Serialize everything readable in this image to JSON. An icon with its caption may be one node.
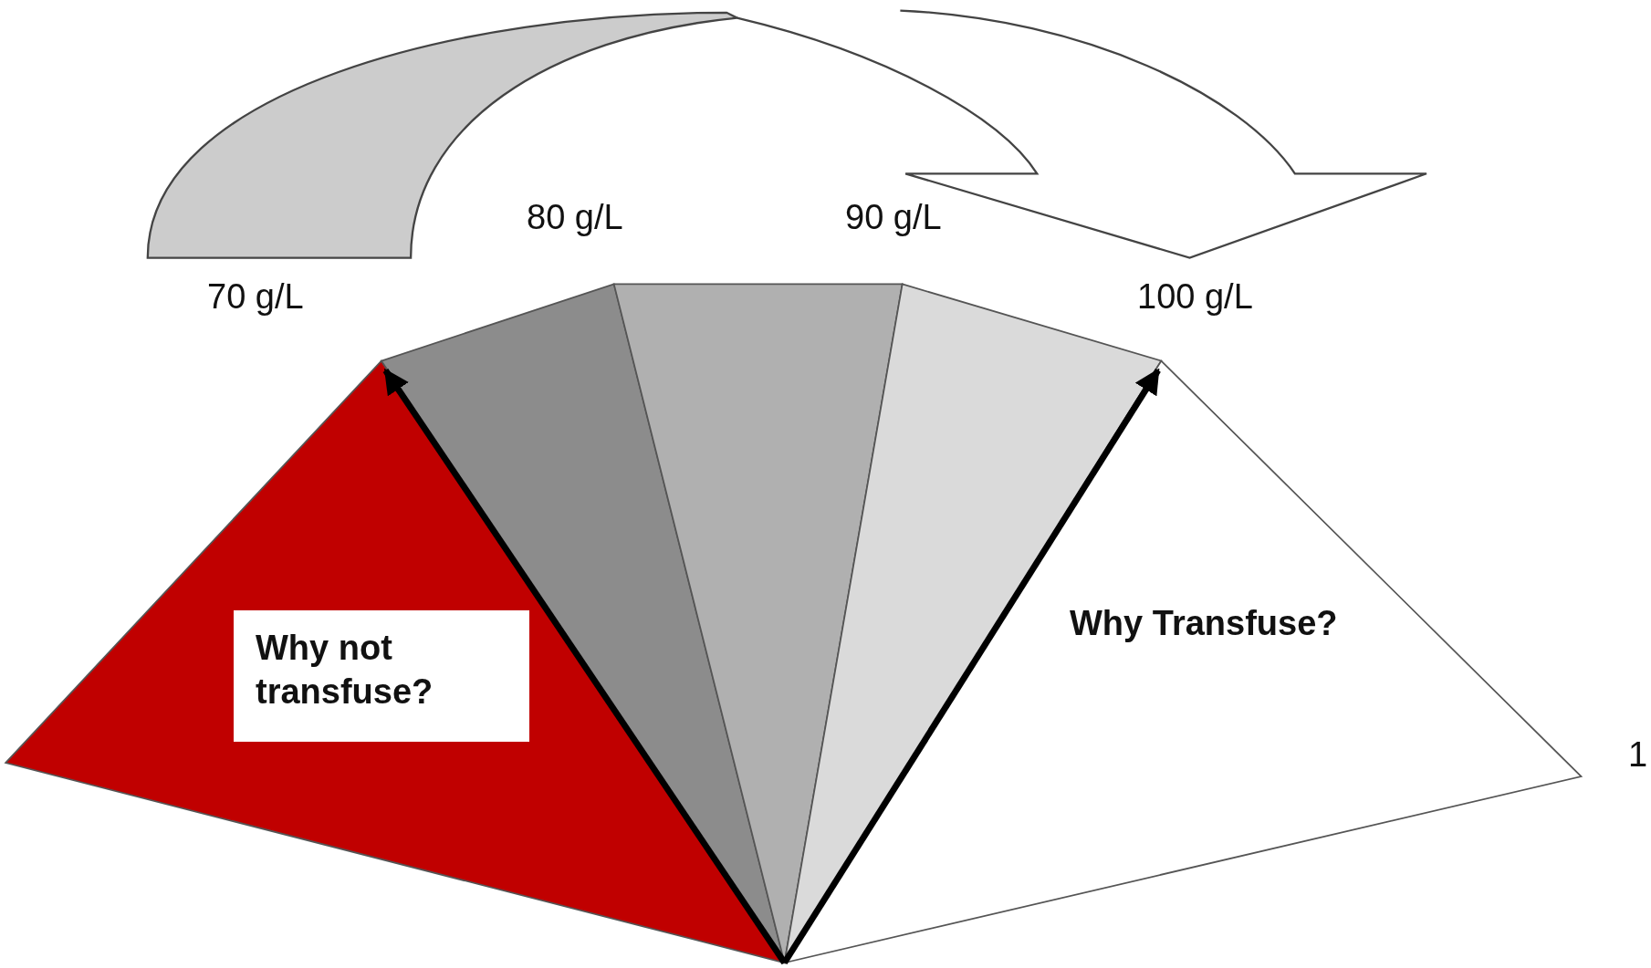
{
  "diagram": {
    "nodes": [
      {
        "text": [
          "Why not transfuse?"
        ]
      },
      {
        "text": [
          "Why Transfuse?"
        ]
      }
    ],
    "labels": [
      "80 g/L",
      "90 g/L",
      "70 g/L",
      "100 g/L",
      "1"
    ]
  }
}
